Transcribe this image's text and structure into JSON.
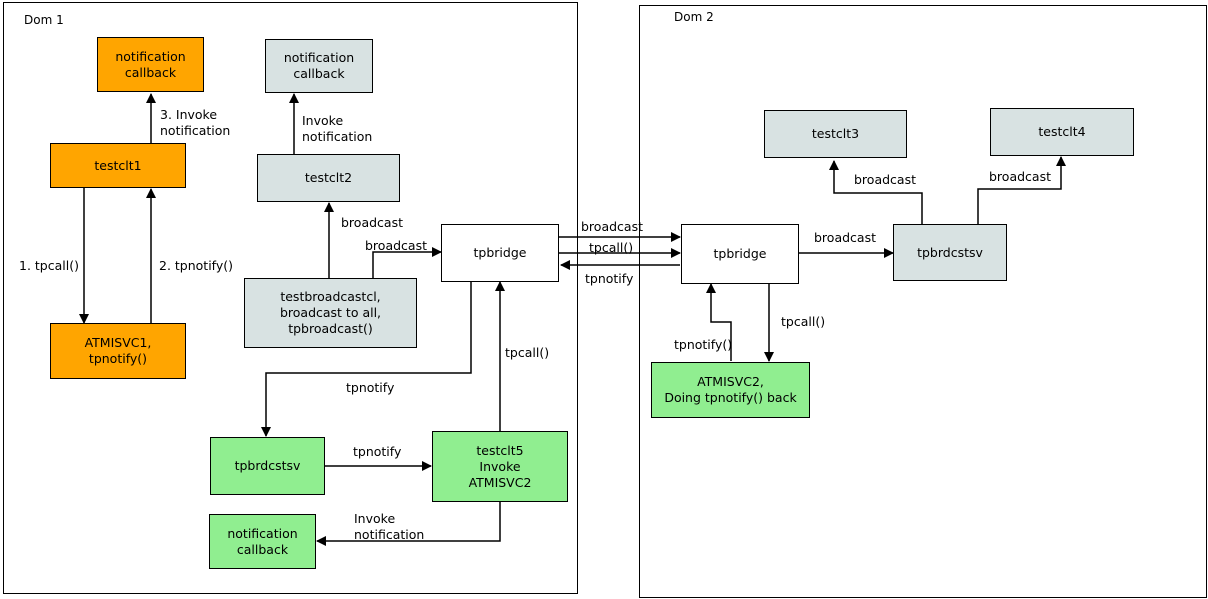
{
  "domains": {
    "dom1": {
      "title": "Dom 1"
    },
    "dom2": {
      "title": "Dom 2"
    }
  },
  "nodes": {
    "notif_cb_1": "notification\ncallback",
    "testclt1": "testclt1",
    "atmisvc1": "ATMISVC1,\ntpnotify()",
    "notif_cb_2": "notification\ncallback",
    "testclt2": "testclt2",
    "testbroadcastcl": "testbroadcastcl,\nbroadcast to all,\ntpbroadcast()",
    "tpbridge1": "tpbridge",
    "tpbrdcstsv1": "tpbrdcstsv",
    "testclt5": "testclt5\nInvoke\nATMISVC2",
    "notif_cb_3": "notification\ncallback",
    "tpbridge2": "tpbridge",
    "tpbrdcstsv2": "tpbrdcstsv",
    "atmisvc2": "ATMISVC2,\nDoing tpnotify() back",
    "testclt3": "testclt3",
    "testclt4": "testclt4"
  },
  "edge_labels": {
    "invoke_notification_1": "3. Invoke\nnotification",
    "tpcall_1": "1. tpcall()",
    "tpnotify_2": "2. tpnotify()",
    "invoke_notification_2": "Invoke\nnotification",
    "broadcast_to_clt2": "broadcast",
    "broadcast_to_bridge": "broadcast",
    "tpnotify_bridge_down": "tpnotify",
    "tpcall_clt5": "tpcall()",
    "tpnotify_brdcst_clt5": "tpnotify",
    "invoke_notification_3": "Invoke\nnotification",
    "inter_broadcast": "broadcast",
    "inter_tpcall": "tpcall()",
    "inter_tpnotify": "tpnotify",
    "broadcast_dom2": "broadcast",
    "tpnotify_dom2": "tpnotify()",
    "tpcall_dom2": "tpcall()",
    "broadcast_clt3": "broadcast",
    "broadcast_clt4": "broadcast"
  }
}
